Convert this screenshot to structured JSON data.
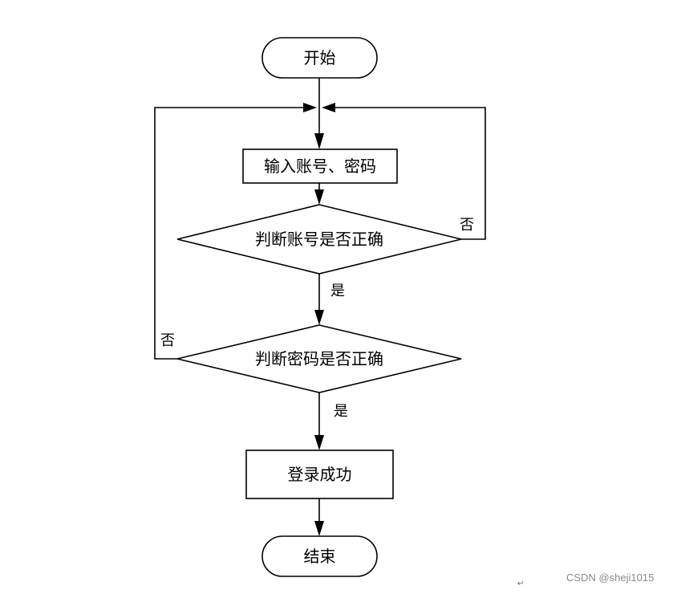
{
  "nodes": {
    "start": "开始",
    "input": "输入账号、密码",
    "check_account": "判断账号是否正确",
    "check_password": "判断密码是否正确",
    "success": "登录成功",
    "end": "结束"
  },
  "edges": {
    "account_yes": "是",
    "account_no": "否",
    "password_yes": "是",
    "password_no": "否"
  },
  "watermark": "CSDN @sheji1015",
  "return_mark": "↵"
}
